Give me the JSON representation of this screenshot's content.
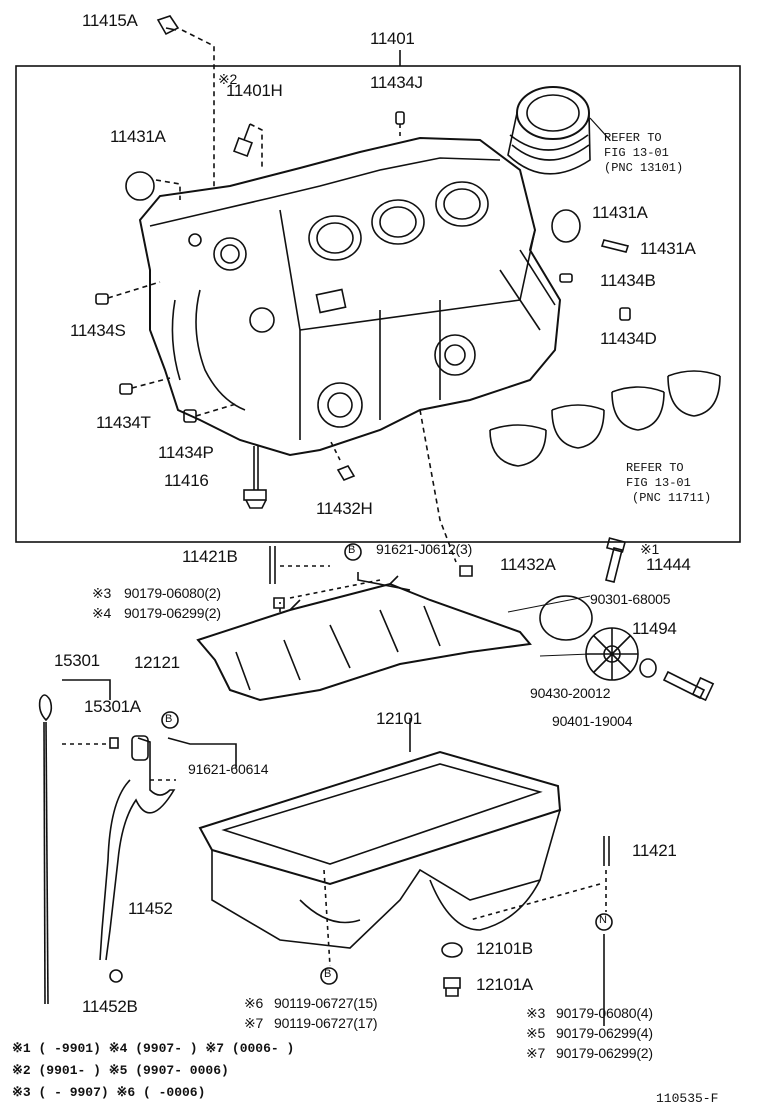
{
  "parts": {
    "p11415A": "11415A",
    "p11401": "11401",
    "p11401H": "11401H",
    "p11434J": "11434J",
    "p11431A_1": "11431A",
    "p11431A_2": "11431A",
    "p11431A_3": "11431A",
    "p11434B": "11434B",
    "p11434S": "11434S",
    "p11434D": "11434D",
    "p11434T": "11434T",
    "p11434P": "11434P",
    "p11416": "11416",
    "p11432H": "11432H",
    "p11421B": "11421B",
    "p11432A": "11432A",
    "p11444": "11444",
    "p12121": "12121",
    "p15301": "15301",
    "p15301A": "15301A",
    "p90301": "90301-68005",
    "p11494": "11494",
    "p90430": "90430-20012",
    "p90401": "90401-19004",
    "p12101": "12101",
    "p11452": "11452",
    "p11452B": "11452B",
    "p11421": "11421",
    "p12101B": "12101B",
    "p12101A": "12101A",
    "p91621_j": "91621-J0612(3)",
    "p91621_6": "91621-60614",
    "p90179_a": "90179-06080(2)",
    "p90179_b": "90179-06299(2)",
    "p90119_a": "90119-06727(15)",
    "p90119_b": "90119-06727(17)",
    "p90179_c": "90179-06080(4)",
    "p90179_d": "90179-06299(4)",
    "p90179_e": "90179-06299(2)"
  },
  "marks": {
    "m2": "※2",
    "m1": "※1",
    "m3a": "※3",
    "m4a": "※4",
    "m6": "※6",
    "m7a": "※7",
    "m3b": "※3",
    "m5": "※5",
    "m7b": "※7",
    "circleB": "B",
    "circleN": "N"
  },
  "refers": {
    "ref1_l1": "REFER TO",
    "ref1_l2": "FIG 13-01",
    "ref1_l3": "(PNC 13101)",
    "ref2_l1": "REFER TO",
    "ref2_l2": "FIG 13-01",
    "ref2_l3": "(PNC 11711)"
  },
  "notes": {
    "row1": "※1 (     -9901)  ※4 (9907-      )  ※7 (0006-       )",
    "row2": "※2 (9901-      )  ※5 (9907- 0006)",
    "row3": "※3 (     - 9907)  ※6 (      -0006)"
  },
  "figure_id": "110535-F"
}
